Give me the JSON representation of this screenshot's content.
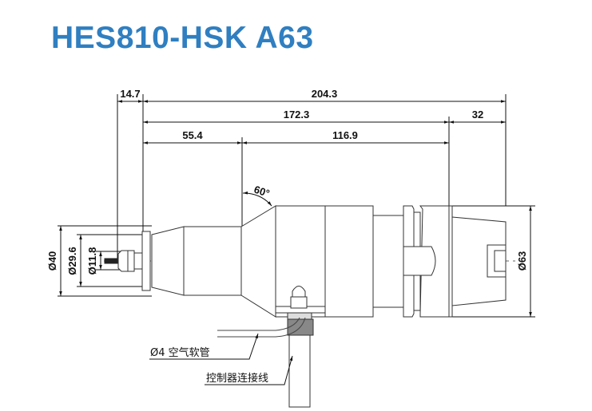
{
  "title": "HES810-HSK A63",
  "accent_color": "#2f7fc1",
  "dimensions": {
    "horizontal": {
      "d_14_7": "14.7",
      "d_204_3": "204.3",
      "d_172_3": "172.3",
      "d_32": "32",
      "d_55_4": "55.4",
      "d_116_9": "116.9"
    },
    "diameters": {
      "d40": "Ø40",
      "d29_6": "Ø29.6",
      "d11_8": "Ø11.8",
      "d63": "Ø63"
    },
    "angle": "60°"
  },
  "callouts": {
    "air_hose": "Ø4 空气软管",
    "controller_cable": "控制器连接线"
  }
}
